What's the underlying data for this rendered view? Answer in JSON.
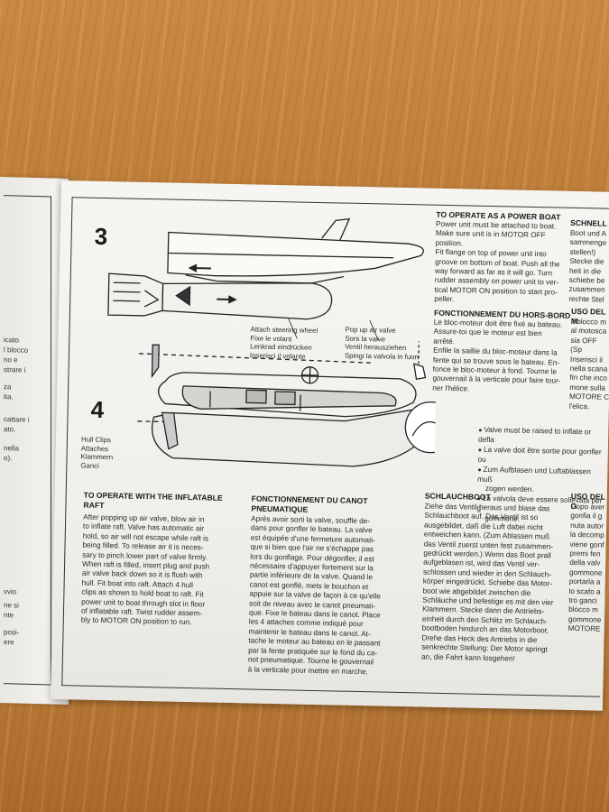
{
  "left_fragments": [
    "icato",
    "l blocco",
    "no e",
    "strare i",
    "za",
    "ita.",
    "cattare i",
    "ato.",
    "nella",
    "o).",
    "vvio",
    "ne si",
    "nte",
    "posi-",
    "ere"
  ],
  "steps": {
    "three": "3",
    "four": "4"
  },
  "labels": {
    "steering": [
      "Attach steering wheel",
      "Fixe le volant",
      "Lenkrad eindrücken",
      "Inserisci il volante"
    ],
    "valve": [
      "Pop up air valve",
      "Sors la valve",
      "Ventil herausziehen",
      "Spingi la valvola in fuori"
    ],
    "hull_clips": [
      "Hull Clips",
      "Attaches",
      "Klammern",
      "Ganci"
    ]
  },
  "power_boat": {
    "en_title": "TO OPERATE AS A POWER BOAT",
    "en_lines": [
      "Power unit must be attached to boat.",
      "Make sure unit is in MOTOR OFF",
      "position.",
      "Fit flange on top of power unit into",
      "groove on bottom of boat. Push all the",
      "way forward as far as it will go. Turn",
      "rudder assembly on power unit to ver-",
      "tical MOTOR ON position to start pro-",
      "peller."
    ],
    "fr_title": "FONCTIONNEMENT DU HORS-BORD",
    "fr_lines": [
      "Le bloc-moteur doit être fixé au bateau.",
      "Assure-toi que le moteur est bien",
      "arrêté.",
      "Enfile la saillie du bloc-moteur dans la",
      "fente qui se trouve sous le bateau. En-",
      "fonce le bloc-moteur à fond. Tourne le",
      "gouvernail à la verticale pour faire tour-",
      "ner l'hélice."
    ]
  },
  "right_col": {
    "de_title": "SCHNELL",
    "de_lines": [
      "Boot und A",
      "sammenge",
      "stellen!)",
      "Stecke die",
      "heit in die",
      "schiebe be",
      "zusammen",
      "rechte Stel"
    ],
    "it_title": "USO DEL M",
    "it_lines": [
      "Il blocco m",
      "al motoscа",
      "sia OFF (Sp",
      "Inserisci il",
      "nella scana",
      "fin che inco",
      "mone sulla",
      "MOTORE C",
      "l'elica."
    ]
  },
  "valve_notes": [
    "Valve must be raised to inflate or defla",
    "La valve doit être sortie pour gonfler ou",
    "Zum Aufblasen und Luftablassen muß",
    "zogen werden.",
    "La valvola deve essere sollevata per g",
    "gommone."
  ],
  "raft": {
    "en_title": [
      "TO OPERATE WITH THE INFLATABLE",
      "RAFT"
    ],
    "en_lines": [
      "After popping up air valve, blow air in",
      "to inflate raft. Valve has automatic air",
      "hold, so air will not escape while raft is",
      "being filled. To release air it is neces-",
      "sary to pinch lower part of valve firmly.",
      "When raft is filled, insert plug and push",
      "air valve back down so it is flush with",
      "hull. Fit boat into raft. Attach 4 hull",
      "clips as shown to hold boat to raft. Fit",
      "power unit to boat through slot in floor",
      "of inflatable raft. Twist rudder assem-",
      "bly to MOTOR ON position to run."
    ],
    "fr_title": [
      "FONCTIONNEMENT DU CANOT",
      "PNEUMATIQUE"
    ],
    "fr_lines": [
      "Après avoir sorti la valve, souffle de-",
      "dans pour gonfler le bateau. La valve",
      "est équipée d'une fermeture automati-",
      "que si bien que l'air ne s'échappe pas",
      "lors du gonflage. Pour dégonfler, il est",
      "nécessaire d'appuyer fortement sur la",
      "partie inférieure de la valve. Quand le",
      "canot est gonflé, mets le bouchon et",
      "appuie sur la valve de façon à ce qu'elle",
      "soit de niveau avec le canot pneumati-",
      "que. Fixe le bateau dans le canot. Place",
      "les 4 attaches comme indiqué pour",
      "maintenir le bateau dans le canot. At-",
      "tache le moteur au bateau en le passant",
      "par la fente pratiquée sur le fond du ca-",
      "not pneumatique. Tourne le gouvernail",
      "à la verticale pour mettre en marche."
    ],
    "de_title": "SCHLAUCHBOOT",
    "de_lines": [
      "Ziehe das Ventil heraus und blase das",
      "Schlauchboot auf. Das Ventil ist so",
      "ausgebildet, daß die Luft dabei nicht",
      "entweichen kann. (Zum Ablassen muß",
      "das Ventil zuerst unten fest zusammen-",
      "gedrückt werden.) Wenn das Boot prall",
      "aufgeblasen ist, wird das Ventil ver-",
      "schlossen und wieder in den Schlauch-",
      "körper eingedrückt. Schiebe das Motor-",
      "boot wie abgebildet zwischen die",
      "Schläuche und befestige es mit den vier",
      "Klammern. Stecke dann die Antriebs-",
      "einheit durch den Schlitz im Schlauch-",
      "bootboden hindurch an das Motorboot.",
      "Drehe das Heck des Antriebs in die",
      "senkrechte Stellung: Der Motor springt",
      "an, die Fahrt kann losgehen!"
    ],
    "it_title": "USO DEL G",
    "it_lines": [
      "Dopo aver",
      "gonfia il g",
      "nuta autor",
      "la decomp",
      "viene gonf",
      "premi fen",
      "della valv",
      "gommone",
      "portarla a",
      "lo scafo a",
      "tro ganci",
      "blocco m",
      "gommone",
      "MOTORE"
    ]
  }
}
